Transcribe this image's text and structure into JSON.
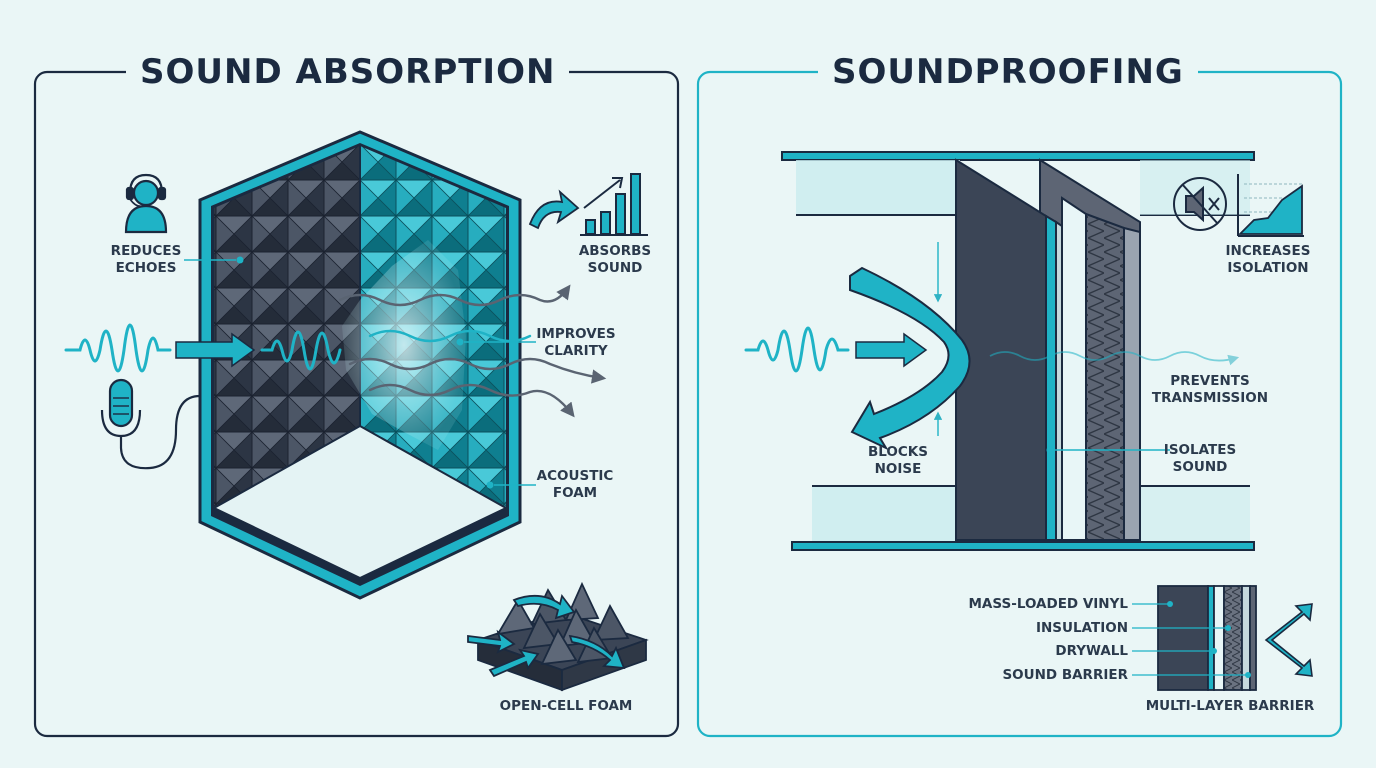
{
  "colors": {
    "background": "#eaf6f6",
    "teal": "#1fb3c6",
    "dark": "#1b2a40",
    "slate": "#4a5566"
  },
  "left_panel": {
    "title": "SOUND ABSORPTION",
    "labels": {
      "reduces_echoes": [
        "REDUCES",
        "ECHOES"
      ],
      "absorbs_sound": [
        "ABSORBS",
        "SOUND"
      ],
      "improves_clarity": [
        "IMPROVES",
        "CLARITY"
      ],
      "acoustic_foam": [
        "ACOUSTIC",
        "FOAM"
      ],
      "open_cell_foam": "OPEN-CELL FOAM"
    },
    "icons": [
      "person-headset-icon",
      "microphone-icon",
      "bar-chart-icon",
      "curved-arrow-icon"
    ]
  },
  "right_panel": {
    "title": "SOUNDPROOFING",
    "labels": {
      "increases_isolation": [
        "INCREASES",
        "ISOLATION"
      ],
      "prevents_transmission": [
        "PREVENTS",
        "TRANSMISSION"
      ],
      "blocks_noise": [
        "BLOCKS",
        "NOISE"
      ],
      "isolates_sound": [
        "ISOLATES",
        "SOUND"
      ],
      "mass_loaded_vinyl": "MASS-LOADED VINYL",
      "insulation": "INSULATION",
      "drywall": "DRYWALL",
      "sound_barrier": "SOUND BARRIER",
      "multi_layer_barrier": "MULTI-LAYER BARRIER"
    },
    "icons": [
      "mute-speaker-icon",
      "area-chart-icon",
      "reflect-arrow-icon",
      "double-arrow-icon"
    ]
  }
}
